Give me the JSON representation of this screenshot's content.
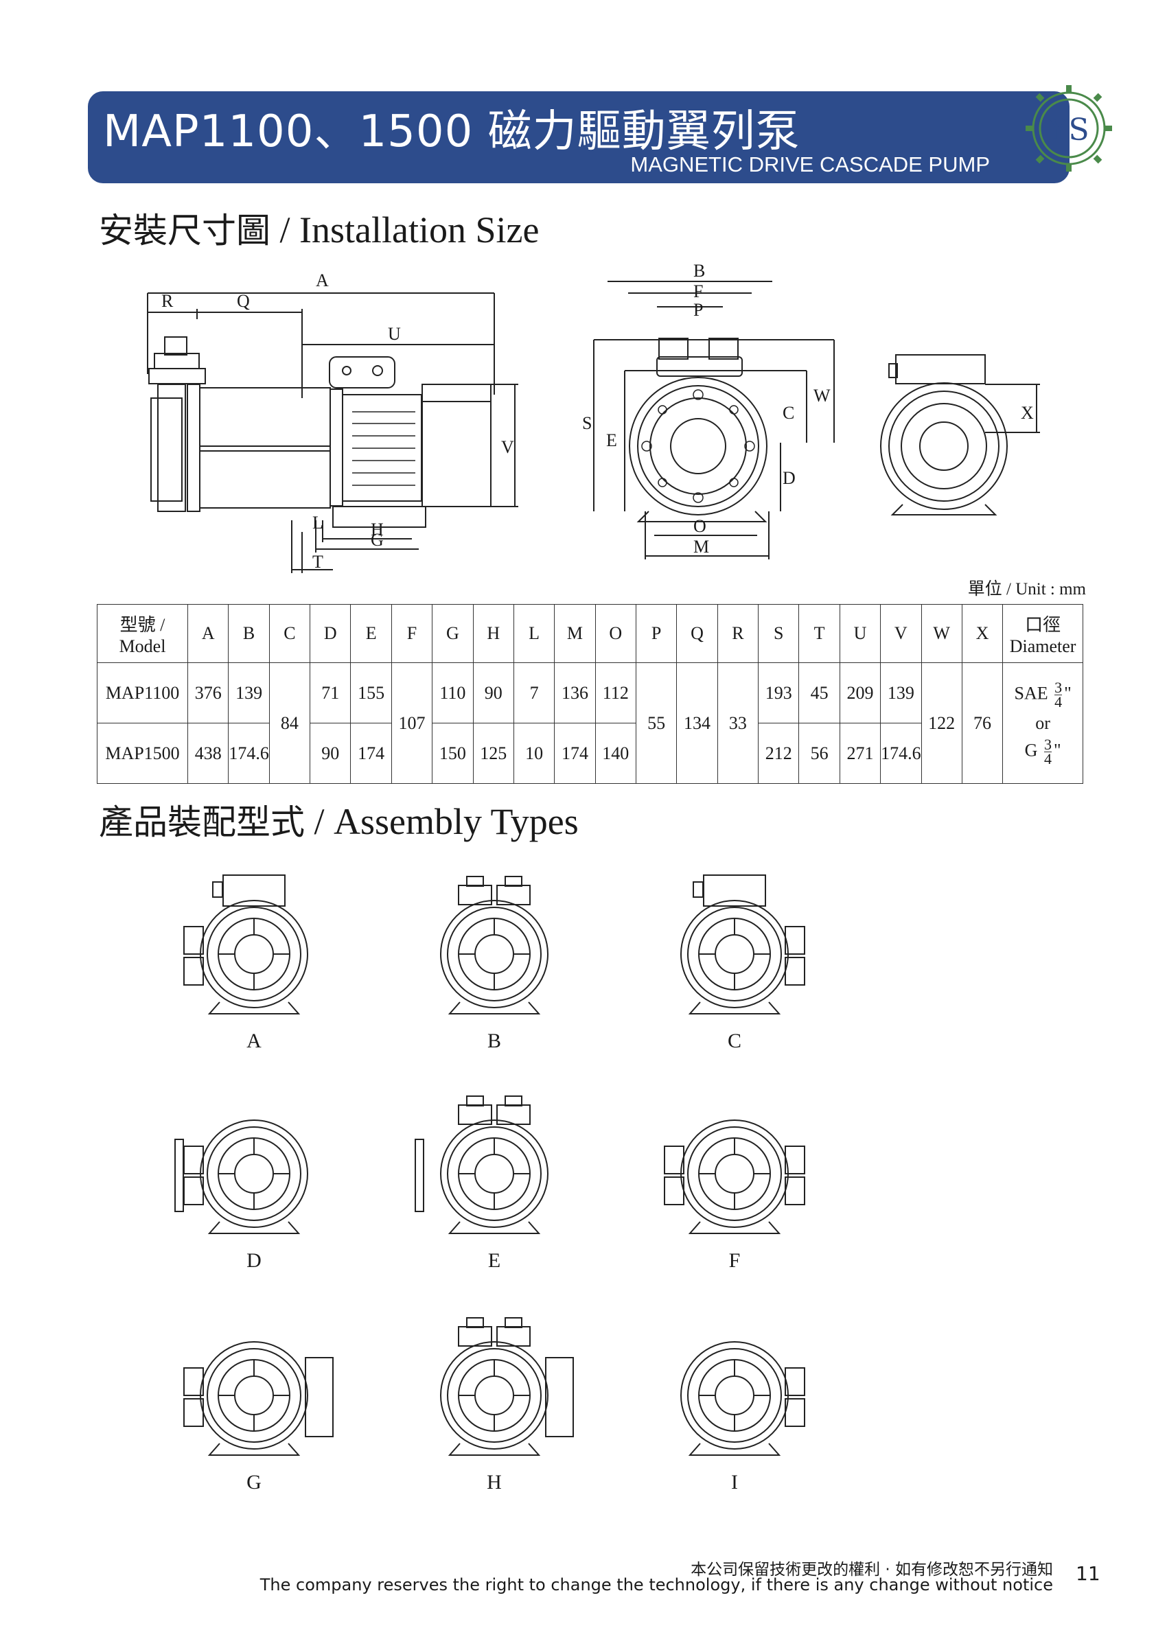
{
  "header": {
    "title": "MAP1100、1500 磁力驅動翼列泵",
    "subtitle": "MAGNETIC DRIVE CASCADE PUMP",
    "logo_letters": "YS"
  },
  "installation": {
    "title_zh": "安裝尺寸圖",
    "title_en": " / Installation Size",
    "side_view_labels": [
      "A",
      "R",
      "Q",
      "U",
      "V",
      "L",
      "H",
      "G",
      "T"
    ],
    "front_view_labels": [
      "B",
      "F",
      "P",
      "S",
      "E",
      "W",
      "C",
      "D",
      "O",
      "M"
    ],
    "back_view_labels": [
      "X"
    ]
  },
  "unit": "單位 / Unit : mm",
  "table": {
    "headers": [
      "型號 / Model",
      "A",
      "B",
      "C",
      "D",
      "E",
      "F",
      "G",
      "H",
      "L",
      "M",
      "O",
      "P",
      "Q",
      "R",
      "S",
      "T",
      "U",
      "V",
      "W",
      "X",
      "口徑 Diameter"
    ],
    "model_header_zh": "型號 /",
    "model_header_en": "Model",
    "diameter_header_zh": "口徑",
    "diameter_header_en": "Diameter",
    "rows": [
      {
        "model": "MAP1100",
        "A": "376",
        "B": "139",
        "D": "71",
        "E": "155",
        "G": "110",
        "H": "90",
        "L": "7",
        "M": "136",
        "O": "112",
        "S": "193",
        "T": "45",
        "U": "209",
        "V": "139"
      },
      {
        "model": "MAP1500",
        "A": "438",
        "B": "174.6",
        "D": "90",
        "E": "174",
        "G": "150",
        "H": "125",
        "L": "10",
        "M": "174",
        "O": "140",
        "S": "212",
        "T": "56",
        "U": "271",
        "V": "174.6"
      }
    ],
    "shared": {
      "C": "84",
      "F": "107",
      "P": "55",
      "Q": "134",
      "R": "33",
      "W": "122",
      "X": "76"
    },
    "diameter": {
      "sae": "SAE",
      "or": "or",
      "g": "G",
      "frac_num": "3",
      "frac_den": "4",
      "inch": "\""
    }
  },
  "assembly": {
    "title_zh": "產品裝配型式",
    "title_en": " / Assembly Types",
    "types": [
      "A",
      "B",
      "C",
      "D",
      "E",
      "F",
      "G",
      "H",
      "I"
    ]
  },
  "footer": {
    "notice_zh": "本公司保留技術更改的權利 · 如有修改恕不另行通知",
    "notice_en": "The company reserves the right to change the technology, if there is any change without notice",
    "page_number": "11"
  }
}
